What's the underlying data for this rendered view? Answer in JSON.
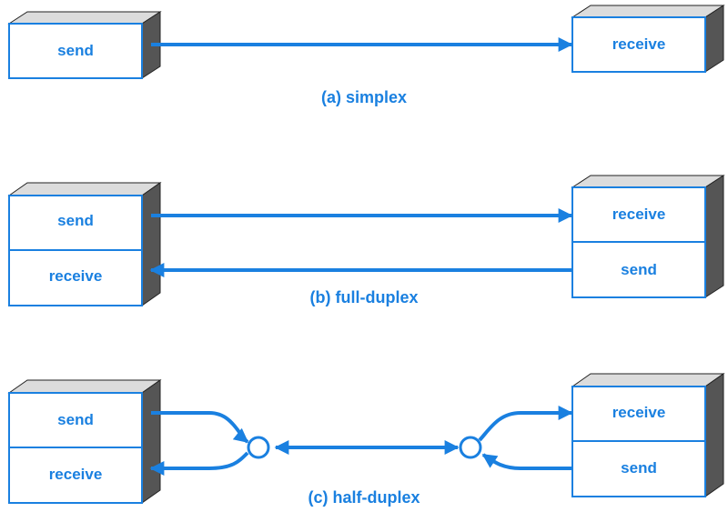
{
  "diagram": {
    "simplex": {
      "left": [
        "send"
      ],
      "right": [
        "receive"
      ],
      "caption": "(a)  simplex"
    },
    "full_duplex": {
      "left": [
        "send",
        "receive"
      ],
      "right": [
        "receive",
        "send"
      ],
      "caption": "(b)  full-duplex"
    },
    "half_duplex": {
      "left": [
        "send",
        "receive"
      ],
      "right": [
        "receive",
        "send"
      ],
      "caption": "(c)  half-duplex"
    }
  },
  "colors": {
    "accent": "#1a80e0",
    "box_top": "#dcdcdc",
    "box_side": "#555555"
  }
}
